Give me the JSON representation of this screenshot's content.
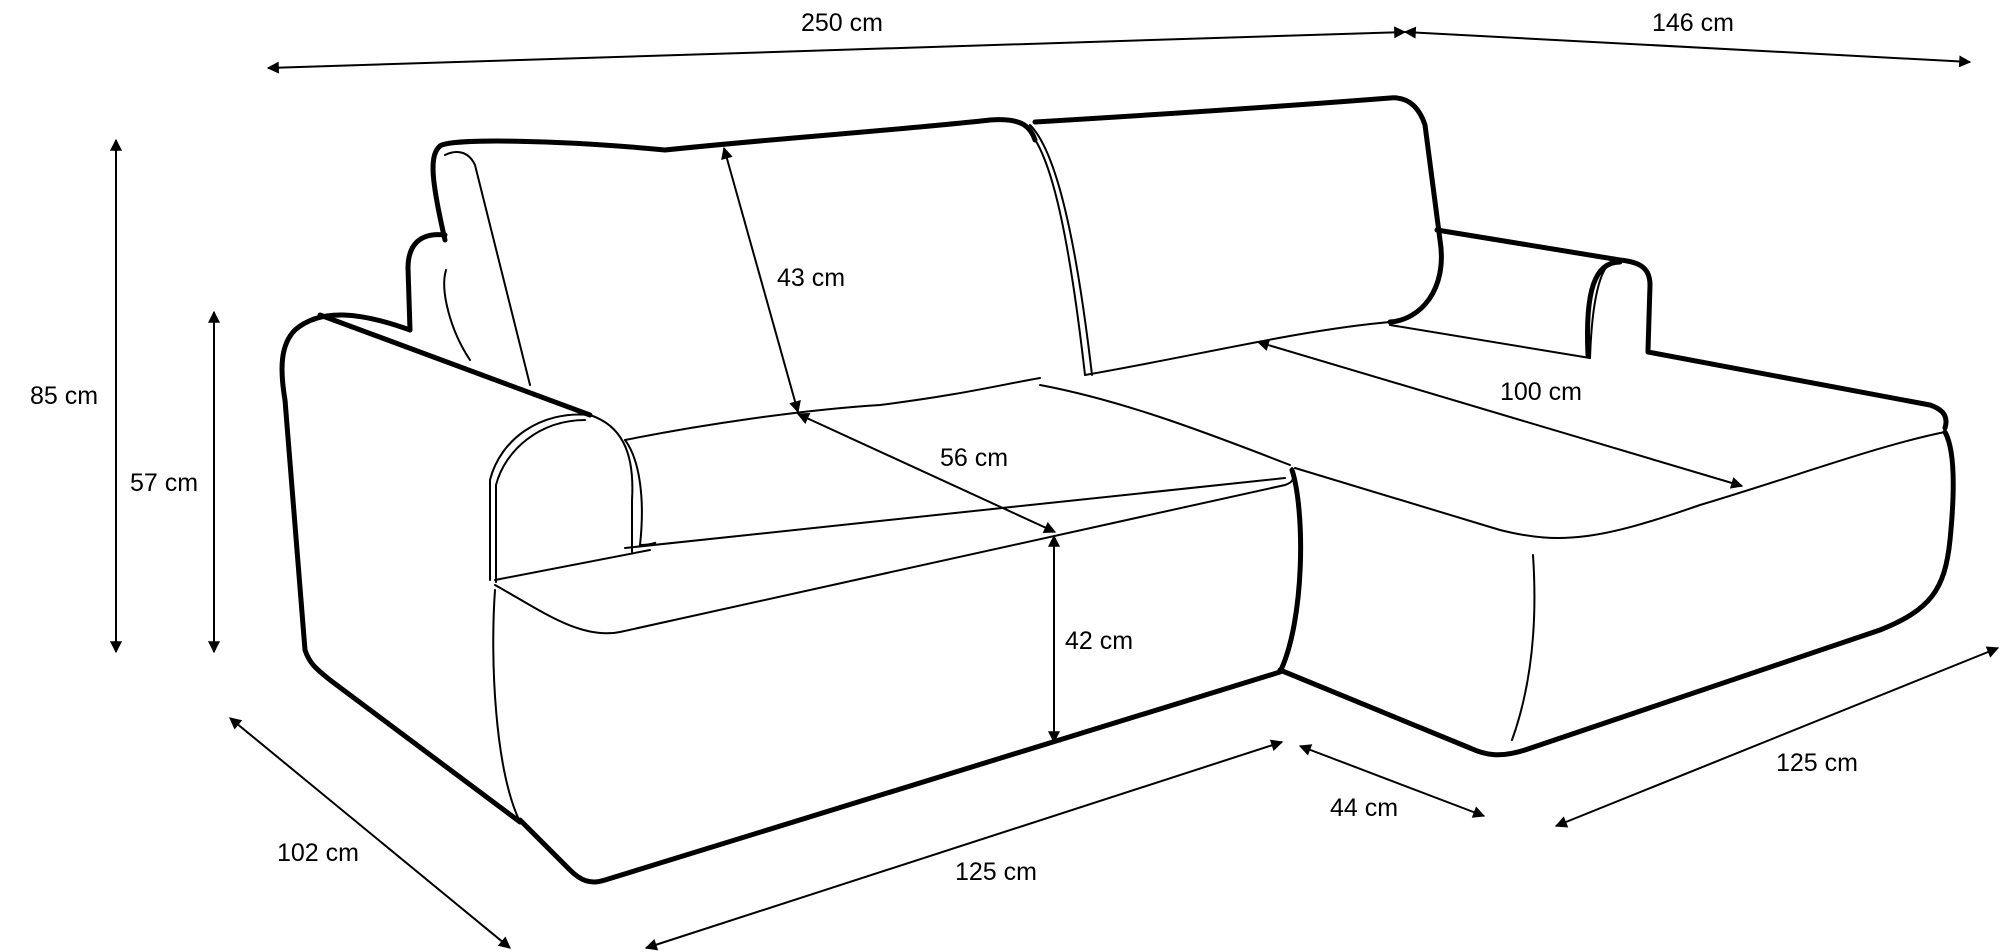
{
  "dimensions": {
    "total_width": "250 cm",
    "chaise_width": "146 cm",
    "total_height": "85 cm",
    "armrest_height": "57 cm",
    "backrest_height": "43 cm",
    "seat_depth": "56 cm",
    "chaise_seat_length": "100 cm",
    "seat_height": "42 cm",
    "total_depth": "102 cm",
    "front_width": "125 cm",
    "chaise_offset": "44 cm",
    "chaise_length": "125 cm"
  }
}
